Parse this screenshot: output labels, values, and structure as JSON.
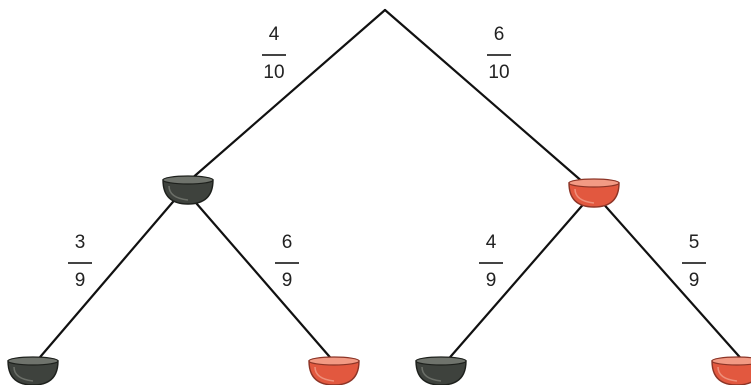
{
  "colors": {
    "line": "#111111",
    "black_bowl": "#3e423d",
    "red_bowl": "#e2583f"
  },
  "branches": {
    "root_left": {
      "numerator": "4",
      "denominator": "10"
    },
    "root_right": {
      "numerator": "6",
      "denominator": "10"
    },
    "left_left": {
      "numerator": "3",
      "denominator": "9"
    },
    "left_right": {
      "numerator": "6",
      "denominator": "9"
    },
    "right_left": {
      "numerator": "4",
      "denominator": "9"
    },
    "right_right": {
      "numerator": "5",
      "denominator": "9"
    }
  },
  "nodes": {
    "level1": [
      "black",
      "red"
    ],
    "level2": [
      "black",
      "red",
      "black",
      "red"
    ]
  }
}
